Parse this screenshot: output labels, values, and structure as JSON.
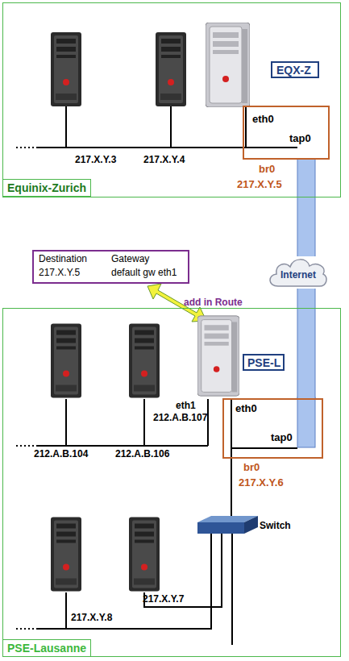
{
  "diagram": {
    "nodes": [
      {
        "text": [
          "Equinix-Zurich"
        ]
      },
      {
        "text": [
          "EQX-Z"
        ],
        "in": 0
      },
      {
        "text": [
          "eth0",
          "tap0",
          "br0",
          "217.X.Y.5"
        ],
        "in": 0
      },
      {
        "text": [
          "Destination",
          "Gateway",
          "217.X.Y.5",
          "default gw eth1"
        ]
      },
      {
        "text": [
          "Internet"
        ]
      },
      {
        "text": [
          "PSE-Lausanne"
        ]
      },
      {
        "text": [
          "PSE-L"
        ],
        "in": 5
      },
      {
        "text": [
          "eth0",
          "tap0",
          "br0",
          "217.X.Y.6"
        ],
        "in": 5
      }
    ],
    "edges": [
      {
        "from": 2,
        "to": 4,
        "arrow": "none"
      },
      {
        "from": 4,
        "to": 7,
        "arrow": "none"
      }
    ],
    "labels": [
      "217.X.Y.3",
      "217.X.Y.4",
      "add in Route",
      "eth1",
      "212.A.B.107",
      "212.A.B.104",
      "212.A.B.106",
      "Switch",
      "217.X.Y.7",
      "217.X.Y.8"
    ]
  }
}
